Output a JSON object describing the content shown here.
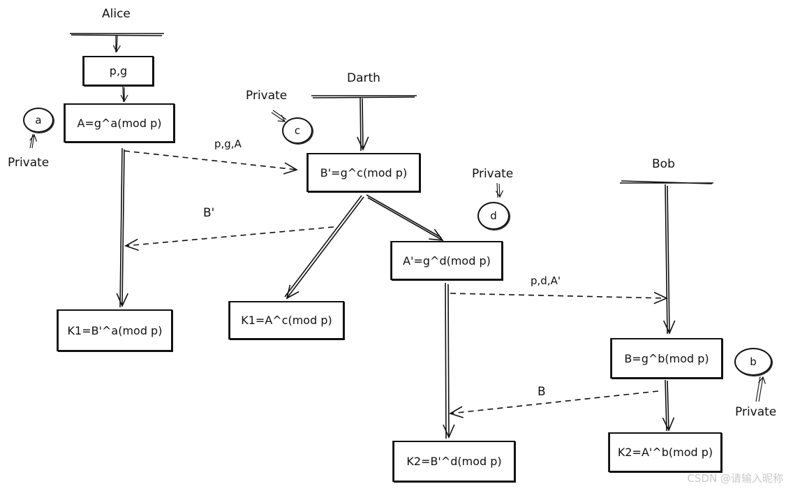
{
  "actors": {
    "alice": "Alice",
    "darth": "Darth",
    "bob": "Bob"
  },
  "boxes": {
    "alice_params": "p,g",
    "alice_A": "A=g^a(mod p)",
    "alice_K1": "K1=B'^a(mod p)",
    "darth_B_prime": "B'=g^c(mod p)",
    "darth_K1": "K1=A^c(mod p)",
    "darth_A_prime": "A'=g^d(mod p)",
    "darth_K2": "K2=B'^d(mod p)",
    "bob_B": "B=g^b(mod p)",
    "bob_K2": "K2=A'^b(mod p)"
  },
  "secrets": {
    "a": "a",
    "c": "c",
    "d": "d",
    "b": "b"
  },
  "private_labels": {
    "alice": "Private",
    "darth_c": "Private",
    "darth_d": "Private",
    "bob": "Private"
  },
  "messages": {
    "alice_to_darth": "p,g,A",
    "darth_to_alice": "B'",
    "darth_to_bob": "p,d,A'",
    "bob_to_darth": "B"
  },
  "watermark": "CSDN @请输入昵称"
}
